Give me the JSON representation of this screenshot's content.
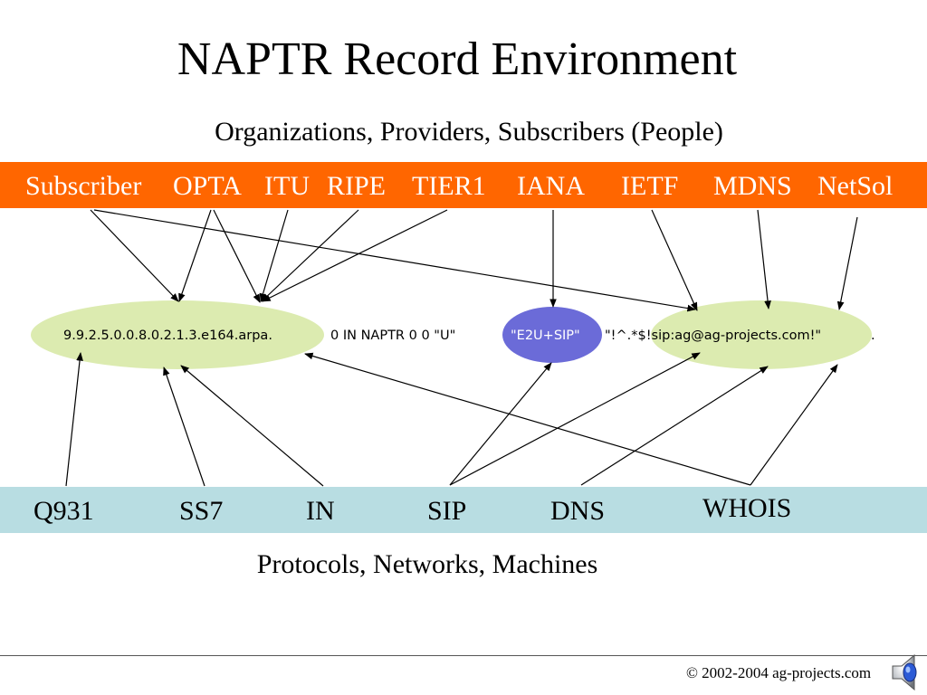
{
  "title": "NAPTR Record Environment",
  "top_caption": "Organizations, Providers, Subscribers (People)",
  "organizations": [
    "Subscriber",
    "OPTA",
    "ITU",
    "RIPE",
    "TIER1",
    "IANA",
    "IETF",
    "MDNS",
    "NetSol"
  ],
  "record": {
    "domain": "9.9.2.5.0.0.8.0.2.1.3.e164.arpa.",
    "fields": "0 IN NAPTR  0  0  \"U\"",
    "service": "\"E2U+SIP\"",
    "regexp": "\"!^.*$!sip:ag@ag-projects.com!\"",
    "replacement": "."
  },
  "protocols": [
    "Q931",
    "SS7",
    "IN",
    "SIP",
    "DNS",
    "WHOIS"
  ],
  "bottom_caption": "Protocols, Networks, Machines",
  "copyright": "© 2002-2004 ag-projects.com",
  "colors": {
    "org_bar": "#ff6600",
    "protocol_bar": "#b8dde2",
    "ellipse_green": "#dcebb0",
    "ellipse_blue": "#6b6bd8"
  },
  "icons": [
    "speaker-icon"
  ]
}
